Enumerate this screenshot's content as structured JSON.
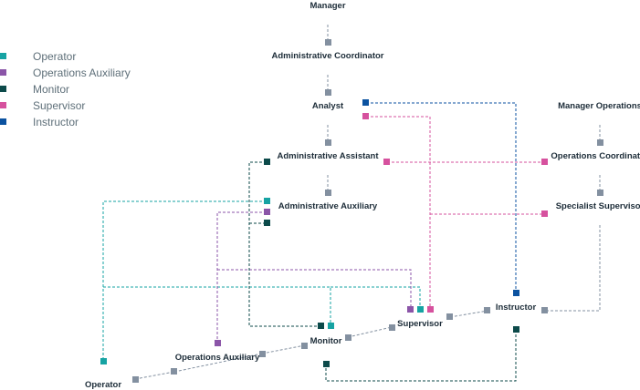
{
  "colors": {
    "operator": "#16a3a3",
    "operations_auxiliary": "#8b55a8",
    "monitor": "#0c4a4a",
    "supervisor": "#d6519e",
    "instructor": "#0b52a0",
    "structure": "#8390a0",
    "label": "#1c2c38"
  },
  "legend": [
    {
      "key": "operator",
      "label": "Operator"
    },
    {
      "key": "operations_auxiliary",
      "label": "Operations Auxiliary"
    },
    {
      "key": "monitor",
      "label": "Monitor"
    },
    {
      "key": "supervisor",
      "label": "Supervisor"
    },
    {
      "key": "instructor",
      "label": "Instructor"
    }
  ],
  "nodes": {
    "manager": "Manager",
    "administrative_coordinator": "Administrative Coordinator",
    "analyst": "Analyst",
    "administrative_assistant": "Administrative Assistant",
    "administrative_auxiliary": "Administrative Auxiliary",
    "manager_operations": "Manager Operations",
    "operations_coordinator": "Operations Coordinator",
    "specialist_supervisor": "Specialist Supervisor",
    "instructor": "Instructor",
    "supervisor": "Supervisor",
    "monitor": "Monitor",
    "operations_auxiliary": "Operations Auxiliary",
    "operator": "Operator"
  }
}
